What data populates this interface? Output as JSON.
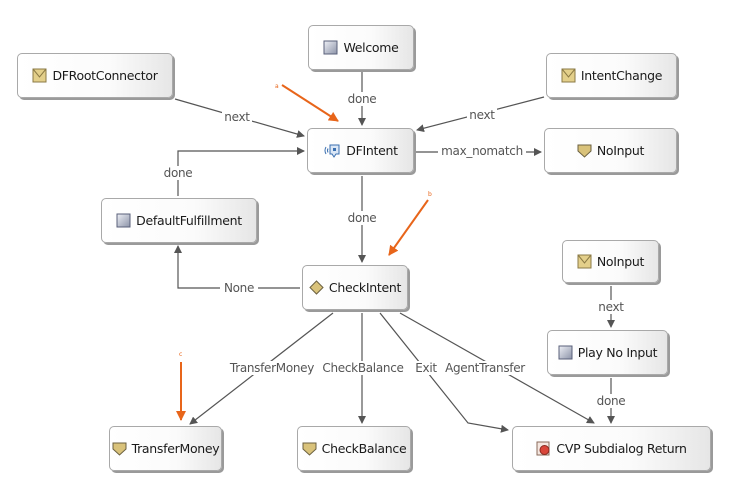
{
  "nodes": {
    "welcome": {
      "label": "Welcome",
      "icon": "square-icon"
    },
    "df_root_connector": {
      "label": "DFRootConnector",
      "icon": "connector-icon"
    },
    "intent_change": {
      "label": "IntentChange",
      "icon": "connector-icon"
    },
    "df_intent": {
      "label": "DFIntent",
      "icon": "speech-intent-icon"
    },
    "no_input_top": {
      "label": "NoInput",
      "icon": "shield-icon"
    },
    "default_fulfillment": {
      "label": "DefaultFulfillment",
      "icon": "square-icon"
    },
    "check_intent": {
      "label": "CheckIntent",
      "icon": "diamond-icon"
    },
    "no_input_right": {
      "label": "NoInput",
      "icon": "connector-icon"
    },
    "play_no_input": {
      "label": "Play No Input",
      "icon": "square-icon"
    },
    "transfer_money": {
      "label": "TransferMoney",
      "icon": "shield-icon"
    },
    "check_balance": {
      "label": "CheckBalance",
      "icon": "shield-icon"
    },
    "cvp_subdialog_return": {
      "label": "CVP Subdialog Return",
      "icon": "return-icon"
    }
  },
  "edges": {
    "welcome_done": "done",
    "root_next": "next",
    "intentchange_next": "next",
    "max_nomatch": "max_nomatch",
    "fulfillment_done": "done",
    "dfintent_done": "done",
    "none": "None",
    "transfer_money": "TransferMoney",
    "check_balance": "CheckBalance",
    "exit": "Exit",
    "agent_transfer": "AgentTransfer",
    "noinput_next": "next",
    "play_done": "done"
  },
  "annotations": {
    "a": "a",
    "b": "b",
    "c": "c"
  },
  "colors": {
    "edge": "#555555",
    "annotation": "#e8651a",
    "icon_gold": "#d9c27a"
  }
}
